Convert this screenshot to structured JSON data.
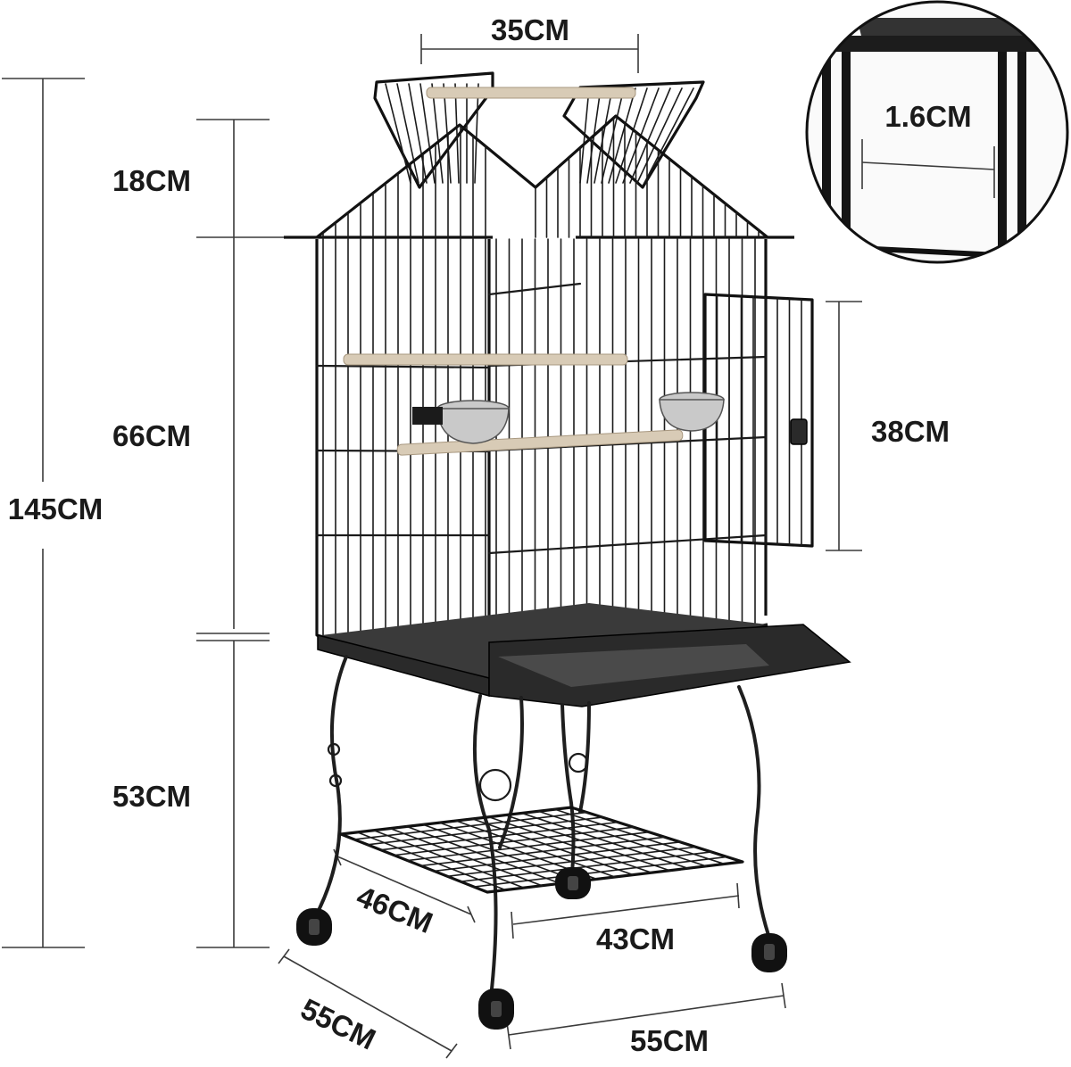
{
  "dimensions": {
    "top_opening_width": "35CM",
    "roof_height": "18CM",
    "cage_body_height": "66CM",
    "total_height": "145CM",
    "door_height": "38CM",
    "stand_height": "53CM",
    "shelf_depth": "46CM",
    "shelf_width": "43CM",
    "base_depth": "55CM",
    "base_width": "55CM",
    "bar_spacing": "1.6CM"
  },
  "colors": {
    "wire": "#1b1b1b",
    "perch": "#d8cbb6",
    "bowl": "#c9c9c9",
    "tray": "#2a2a2a",
    "label": "#1a1a1a"
  }
}
